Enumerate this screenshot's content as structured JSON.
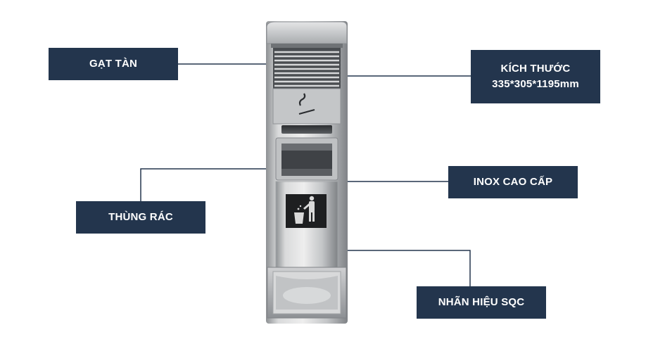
{
  "labels": {
    "ashtray": "GẠT TÀN",
    "size_title": "KÍCH THƯỚC",
    "size_value": "335*305*1195mm",
    "trash": "THÙNG RÁC",
    "material": "INOX CAO CẤP",
    "brand": "NHÃN HIỆU SQC"
  },
  "colors": {
    "label_background": "#23354d",
    "label_text": "#ffffff",
    "connector_line": "#23354d",
    "steel": "#b8babc"
  },
  "icons": {
    "cigarette": "cigarette-icon",
    "trash": "person-trash-icon"
  }
}
